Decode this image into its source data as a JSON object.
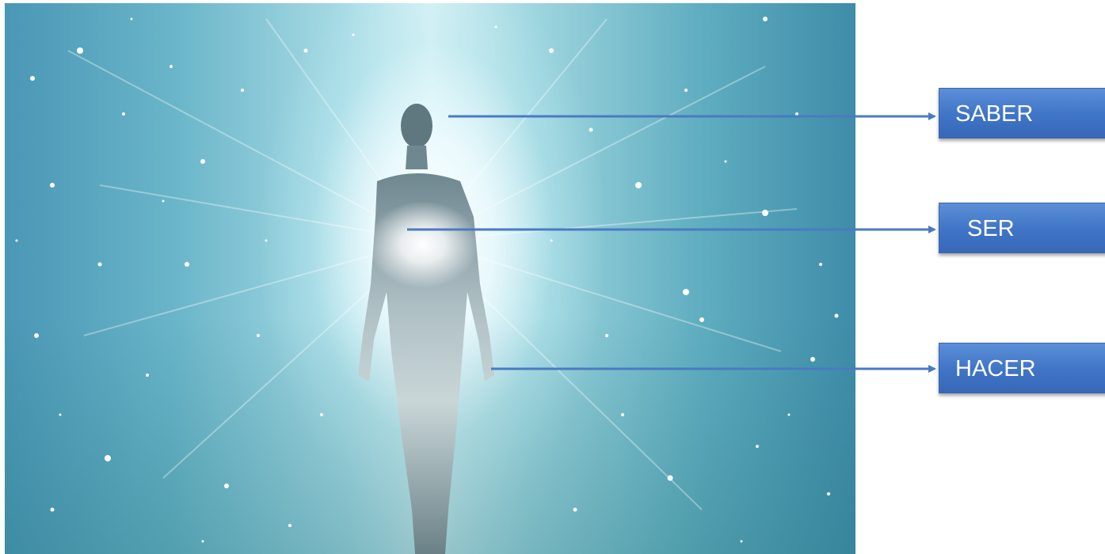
{
  "labels": {
    "saber": "SABER",
    "ser": "SER",
    "hacer": "HACER"
  },
  "colors": {
    "box_fill": "#4a7fcf",
    "arrow": "#4a7ac4",
    "sky_dark": "#3f8ca9",
    "sky_light": "#d8f2f5"
  },
  "image": {
    "subject": "glowing-human-silhouette-icon",
    "background": "starfield-icon"
  }
}
